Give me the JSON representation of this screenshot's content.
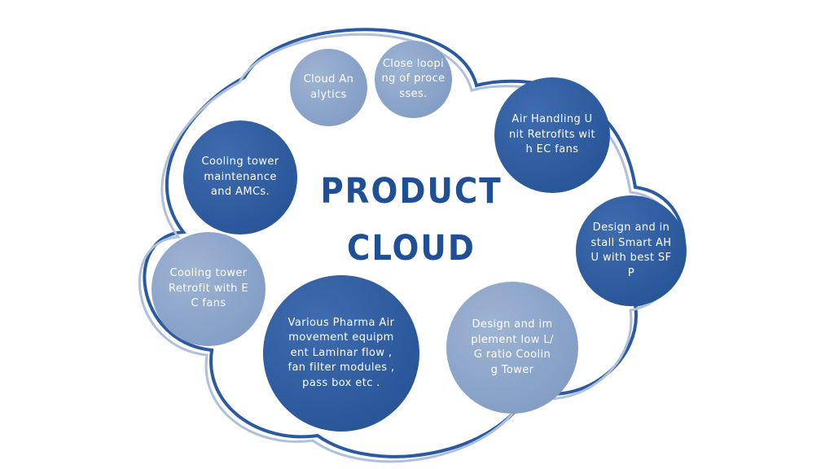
{
  "diagram": {
    "title_line1": "PRODUCT",
    "title_line2": "CLOUD",
    "colors": {
      "title": "#1f4f96",
      "cloud_outline": "#2b5aa0",
      "bubble_dark": "#2e5c9f",
      "bubble_light": "#8aa3c9"
    },
    "bubbles": [
      {
        "id": "cloud-analytics",
        "label": "Cloud Analytics"
      },
      {
        "id": "close-looping",
        "label": "Close looping of processes."
      },
      {
        "id": "ahu-retrofits",
        "label": "Air Handling Unit Retrofits with EC fans"
      },
      {
        "id": "cooling-tower-maintenance",
        "label": "Cooling tower maintenance and AMCs."
      },
      {
        "id": "smart-ahu",
        "label": "Design and install Smart AHU with best SFP"
      },
      {
        "id": "cooling-tower-retrofit",
        "label": "Cooling tower Retrofit with EC fans"
      },
      {
        "id": "pharma-air-movement",
        "label": "Various Pharma Air movement equipment Laminar flow , fan filter modules , pass box etc ."
      },
      {
        "id": "low-lg-cooling-tower",
        "label": "Design and implement low L/G ratio Cooling Tower"
      }
    ]
  }
}
